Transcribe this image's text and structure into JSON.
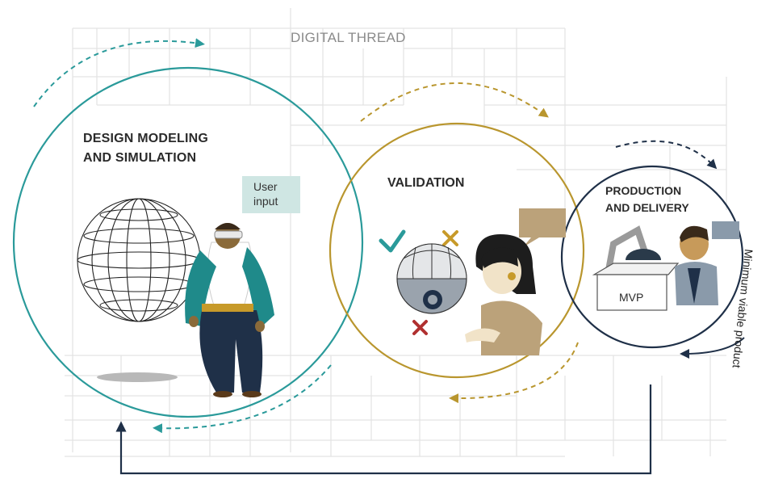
{
  "title": "DIGITAL THREAD",
  "stages": {
    "design": {
      "line1": "DESIGN MODELING",
      "line2": "AND SIMULATION"
    },
    "validation": {
      "label": "VALIDATION"
    },
    "production": {
      "line1": "PRODUCTION",
      "line2": "AND DELIVERY"
    }
  },
  "callouts": {
    "user_input_line1": "User",
    "user_input_line2": "input",
    "mvp": "MVP"
  },
  "return_label": "Minimum viable product",
  "colors": {
    "teal": "#2a9a9a",
    "gold": "#b9962e",
    "navy": "#1f3048",
    "grid": "#e3e3e3",
    "red": "#b03030"
  }
}
